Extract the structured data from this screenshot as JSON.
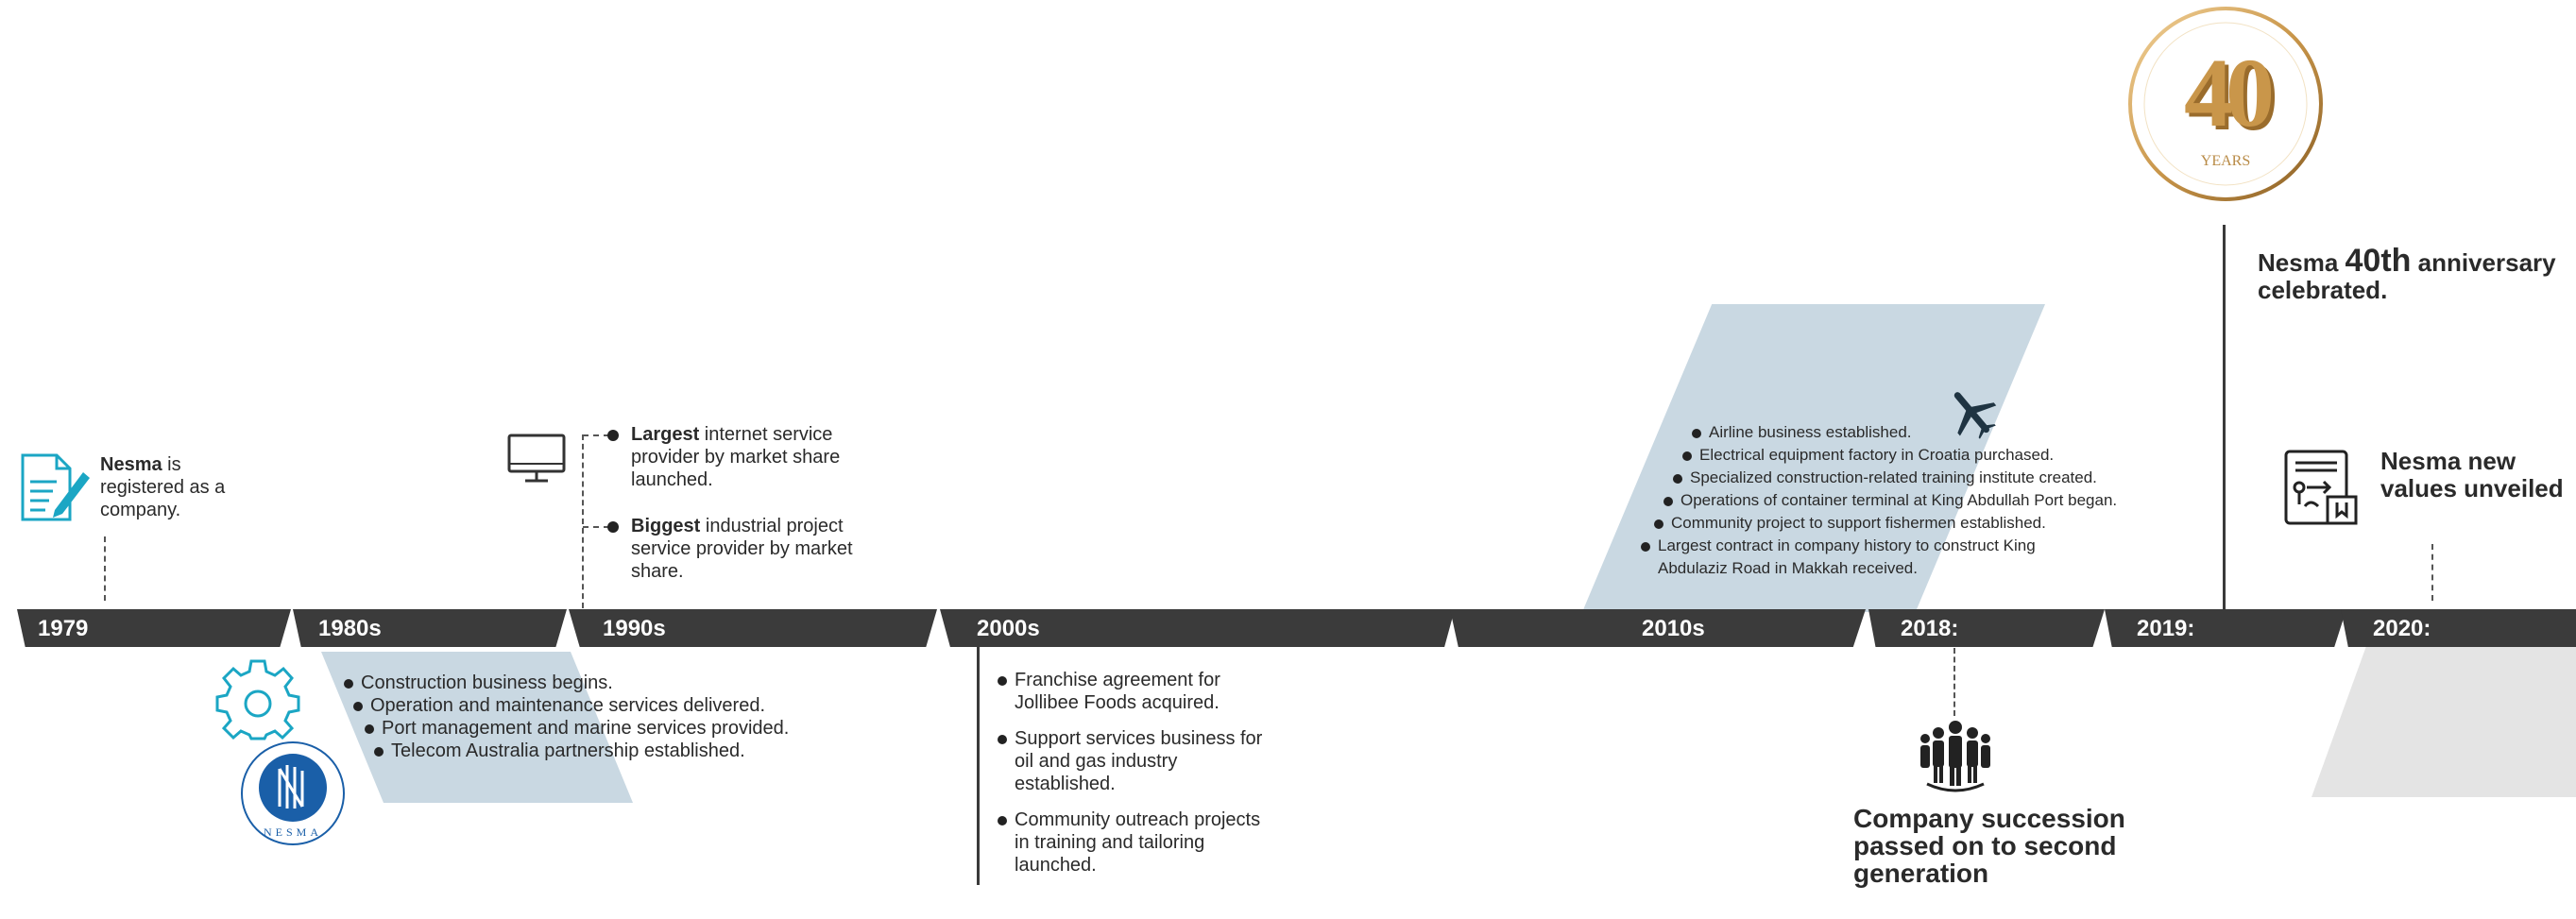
{
  "colors": {
    "bar": "#3b3b3b",
    "band_blue": "#c9d8e2",
    "band_grey": "#e4e4e4",
    "gold": "#c9964a",
    "icon_teal": "#1ba6c4",
    "logo_blue": "#1a5fa8"
  },
  "timeline": {
    "eras": [
      {
        "label": "1979"
      },
      {
        "label": "1980s"
      },
      {
        "label": "1990s"
      },
      {
        "label": "2000s"
      },
      {
        "label": "2010s"
      },
      {
        "label": "2018:"
      },
      {
        "label": "2019:"
      },
      {
        "label": "2020:"
      }
    ]
  },
  "y1979": {
    "bold": "Nesma",
    "rest": " is registered as a company."
  },
  "y1980s": {
    "items": [
      "Construction business begins.",
      "Operation and maintenance services delivered.",
      "Port management and marine services provided.",
      "Telecom Australia partnership established."
    ],
    "logo_text": "NESMA"
  },
  "y1990s": {
    "item1_bold": "Largest",
    "item1_rest": " internet service provider by market share launched.",
    "item2_bold": "Biggest",
    "item2_rest": " industrial project service provider by market share."
  },
  "y2000s": {
    "items": [
      "Franchise agreement for Jollibee Foods acquired.",
      "Support services business for oil and gas industry established.",
      "Community outreach projects in training and tailoring launched."
    ]
  },
  "y2010s": {
    "items": [
      "Airline business established.",
      "Electrical equipment factory in Croatia purchased.",
      "Specialized construction-related training institute created.",
      "Operations of container terminal at King Abdullah Port began.",
      "Community project to support fishermen established.",
      "Largest contract in company history to construct King Abdulaziz Road in Makkah received."
    ]
  },
  "y2018": {
    "text": "Company succession passed on to second generation"
  },
  "y2019": {
    "pre": "Nesma ",
    "bold": "40th",
    "post": " anniversary celebrated.",
    "badge_number": "40",
    "badge_word": "YEARS"
  },
  "y2020": {
    "text": "Nesma new values unveiled"
  },
  "icons": {
    "doc": "document-pen-icon",
    "gear": "gear-icon",
    "monitor": "monitor-icon",
    "plane": "airplane-icon",
    "people": "people-group-icon",
    "values": "values-board-icon"
  }
}
